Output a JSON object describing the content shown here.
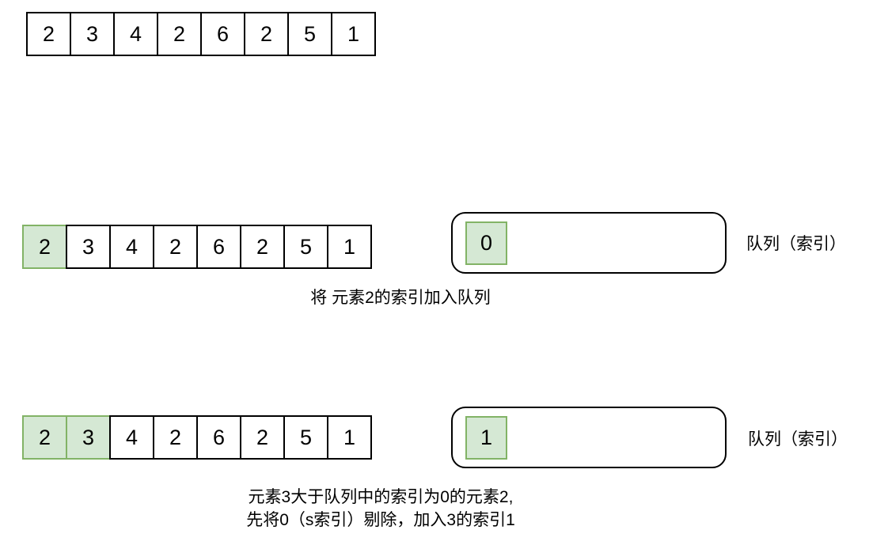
{
  "diagram": {
    "description": "monotonic queue steps",
    "colors": {
      "highlight_fill": "#d5e8d4",
      "highlight_border": "#82b366",
      "border": "#000000",
      "background": "#ffffff"
    },
    "steps": {
      "step0": {
        "cells": [
          "2",
          "3",
          "4",
          "2",
          "6",
          "2",
          "5",
          "1"
        ]
      },
      "step1": {
        "cells": [
          "2",
          "3",
          "4",
          "2",
          "6",
          "2",
          "5",
          "1"
        ],
        "highlighted_count": 1,
        "queue_items": [
          "0"
        ],
        "queue_label": "队列（索引）",
        "caption": "将 元素2的索引加入队列"
      },
      "step2": {
        "cells": [
          "2",
          "3",
          "4",
          "2",
          "6",
          "2",
          "5",
          "1"
        ],
        "highlighted_count": 2,
        "queue_items": [
          "1"
        ],
        "queue_label": "队列（索引）",
        "caption_line1": "元素3大于队列中的索引为0的元素2,",
        "caption_line2": "先将0（s索引）剔除，加入3的索引1"
      }
    }
  }
}
